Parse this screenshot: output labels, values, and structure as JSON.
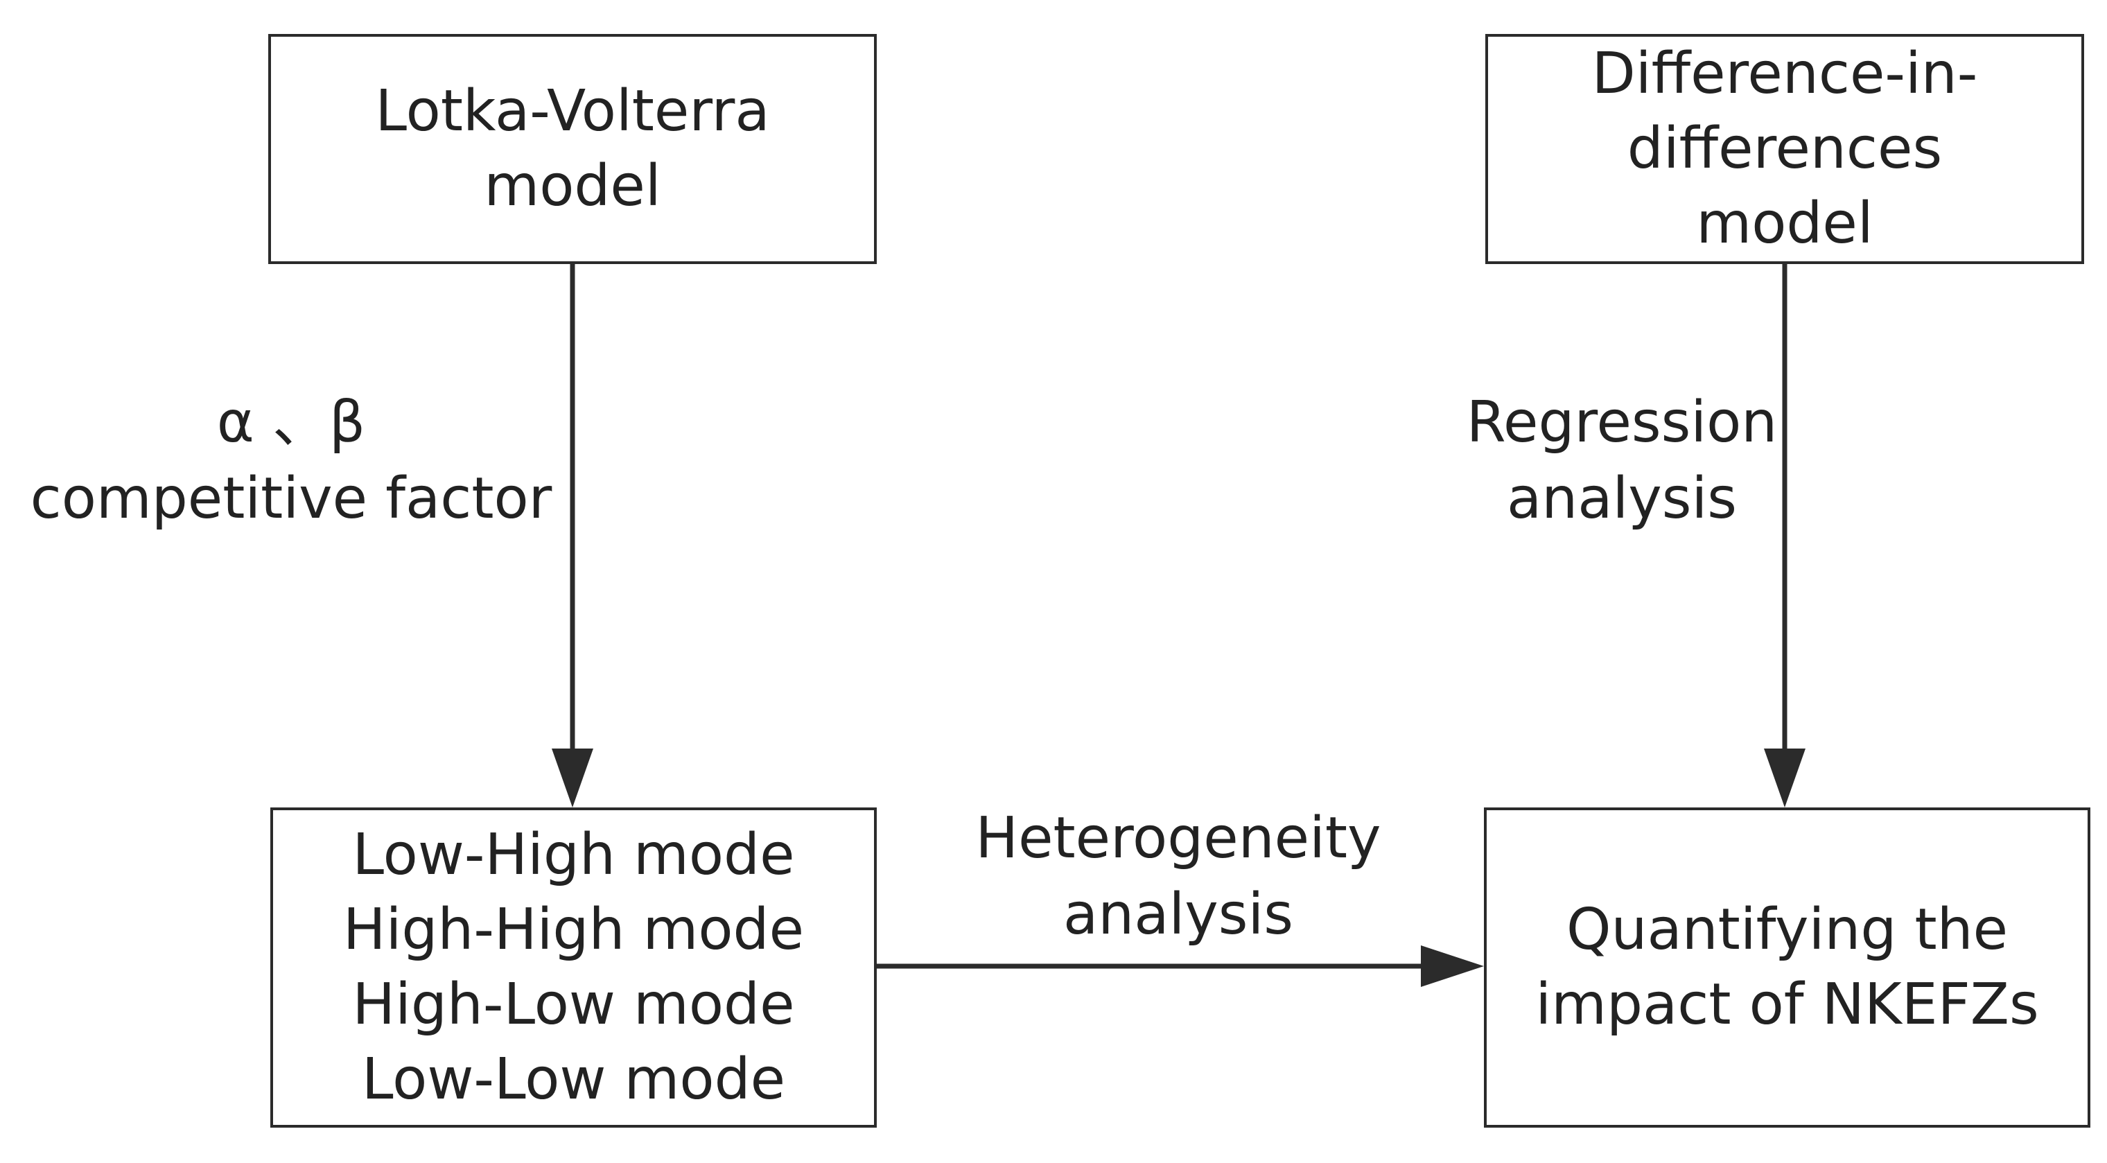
{
  "boxes": {
    "lotka_volterra": "Lotka-Volterra\nmodel",
    "did": "Difference-in-\ndifferences\nmodel",
    "modes": "Low-High mode\nHigh-High mode\nHigh-Low mode\nLow-Low mode",
    "quantifying": "Quantifying the\nimpact of NKEFZs"
  },
  "labels": {
    "competitive": "α 、β\ncompetitive factor",
    "regression": "Regression\nanalysis",
    "heterogeneity": "Heterogeneity\nanalysis"
  },
  "colors": {
    "line": "#2b2b2b",
    "text": "#222222",
    "background": "#ffffff"
  }
}
